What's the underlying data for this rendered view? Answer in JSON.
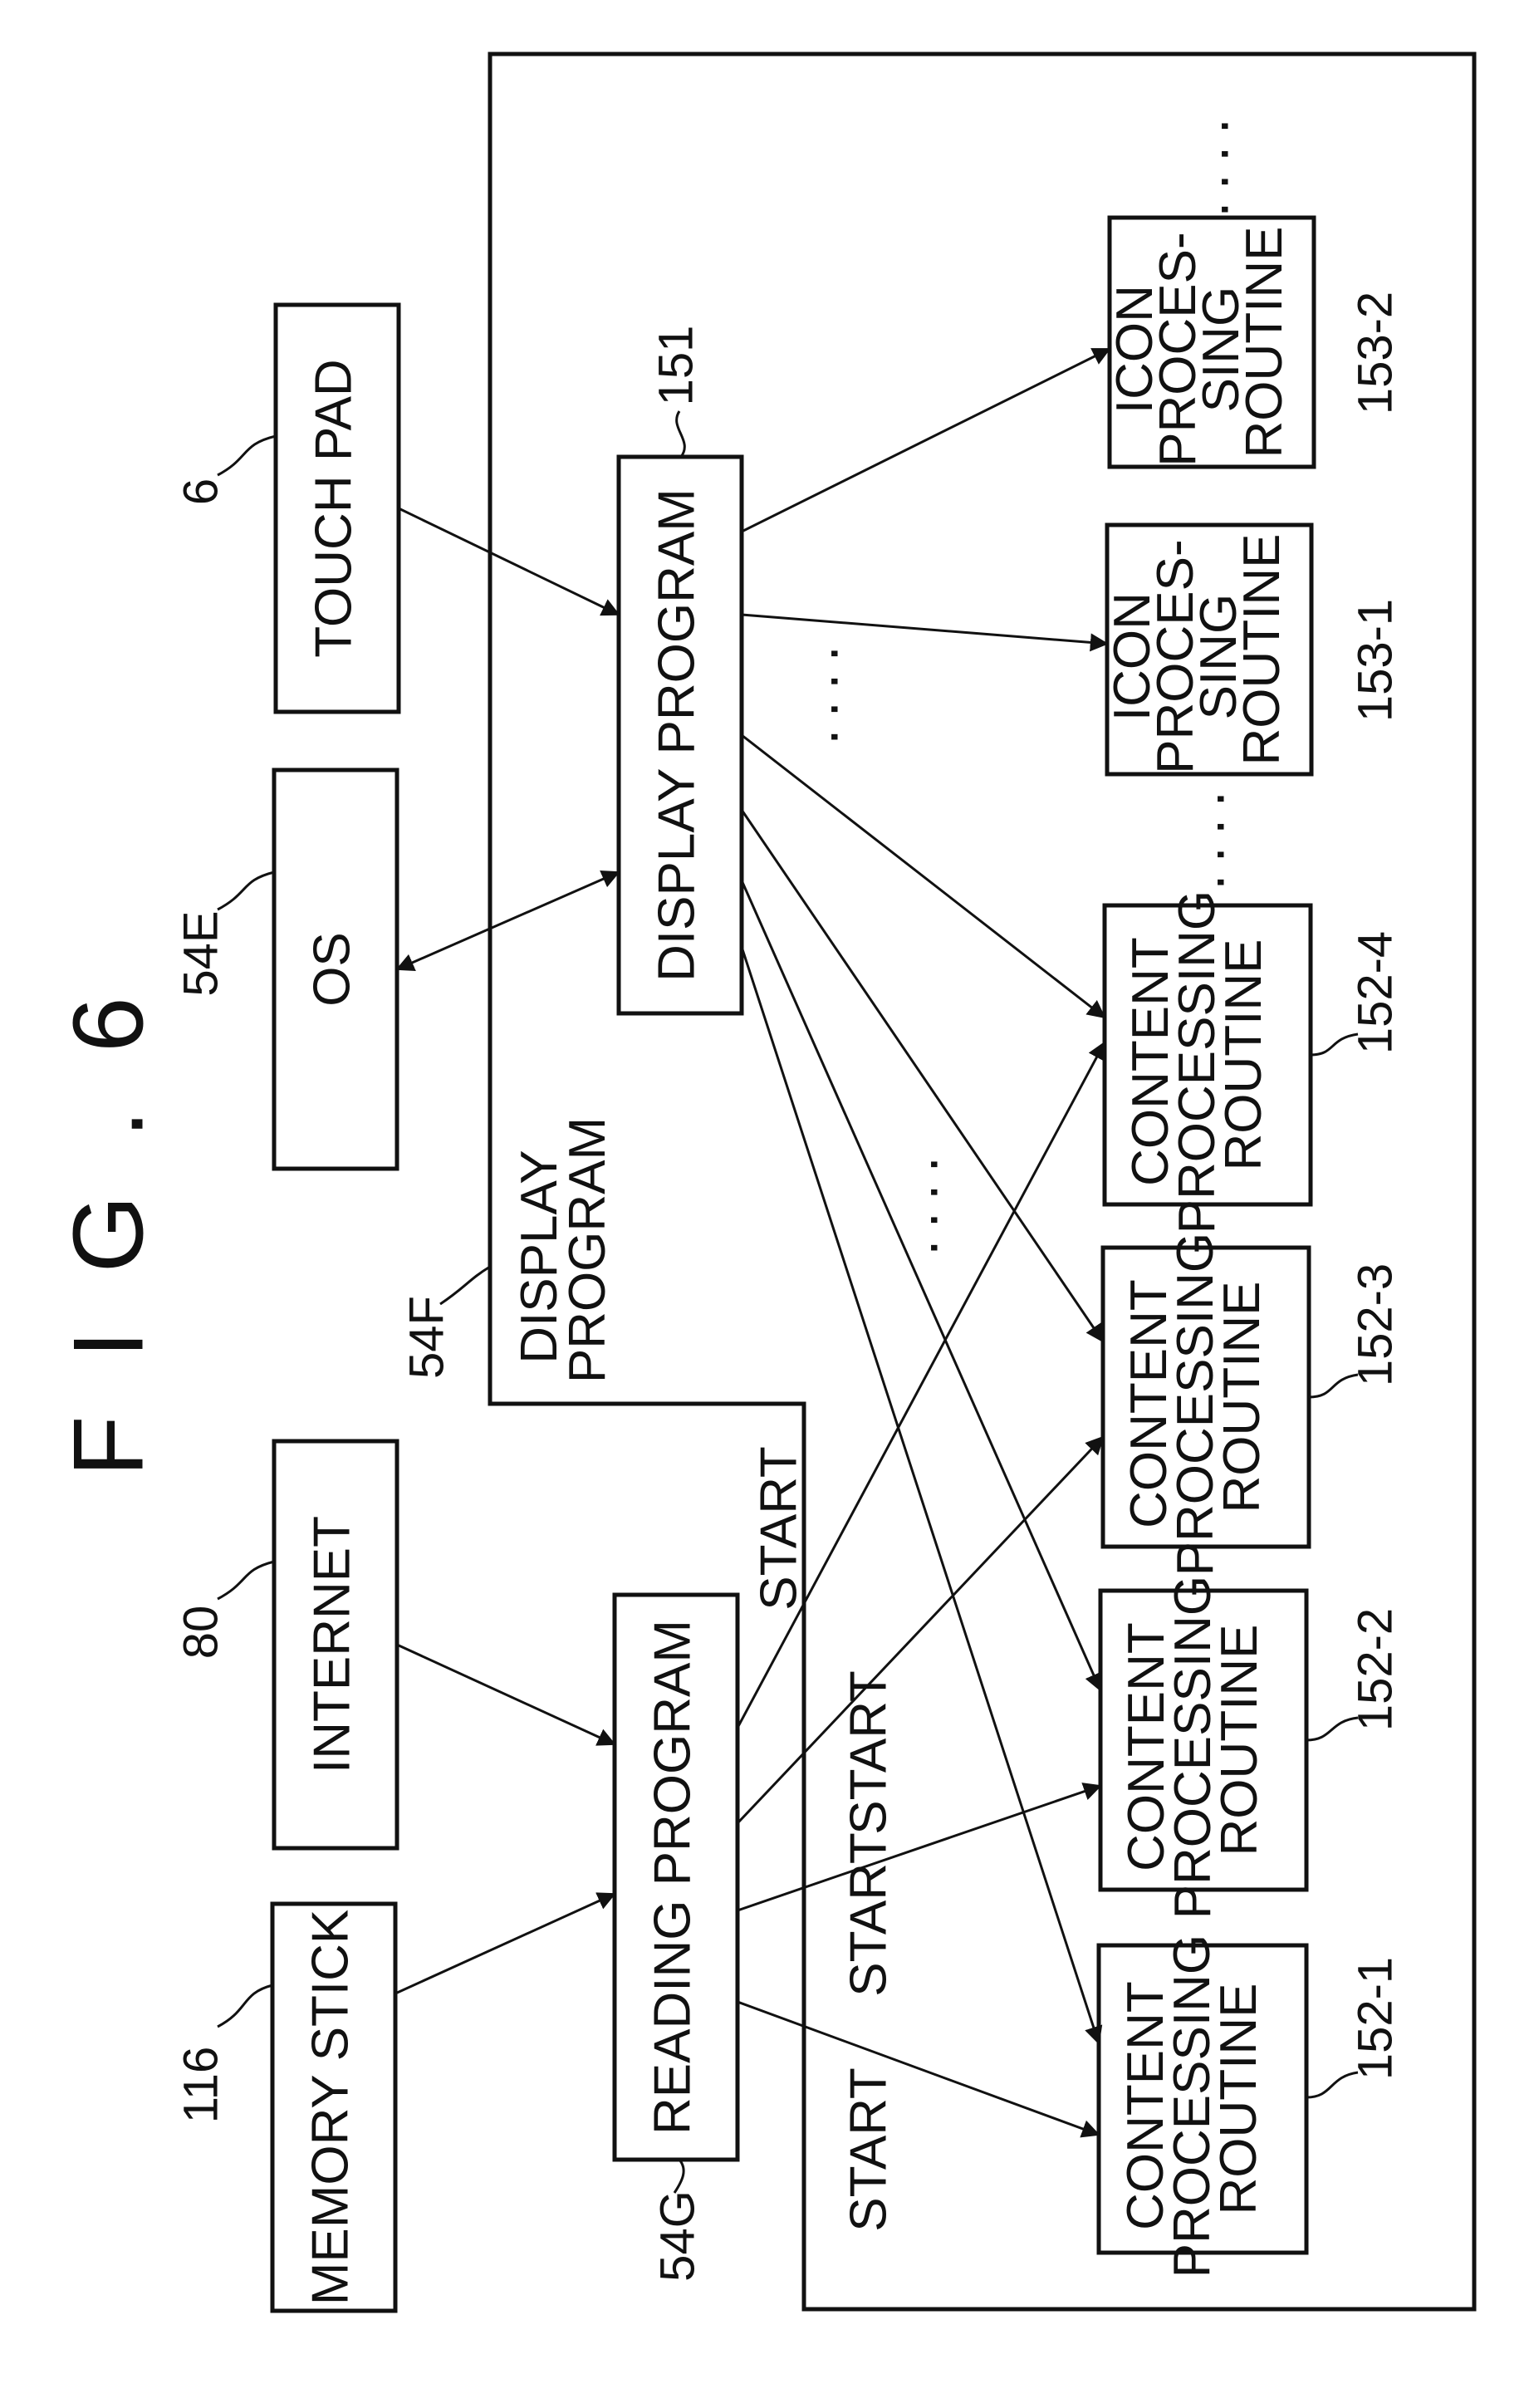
{
  "figure_title": "F I G . 6",
  "boxes": {
    "memory_stick": "MEMORY STICK",
    "internet": "INTERNET",
    "os": "OS",
    "touch_pad": "TOUCH PAD",
    "reading_program": "READING PROGRAM",
    "display_program": "DISPLAY PROGRAM",
    "content_routine": [
      "CONTENT",
      "PROCESSING",
      "ROUTINE"
    ],
    "icon_routine": [
      "ICON",
      "PROCES-",
      "SING",
      "ROUTINE"
    ]
  },
  "refs": {
    "memory_stick": "116",
    "internet": "80",
    "os": "54E",
    "touch_pad": "6",
    "reading_program": "54G",
    "display_program": "151",
    "display_frame": "54F",
    "content_1": "152-1",
    "content_2": "152-2",
    "content_3": "152-3",
    "content_4": "152-4",
    "icon_1": "153-1",
    "icon_2": "153-2"
  },
  "frame_label": [
    "DISPLAY",
    "PROGRAM"
  ],
  "start_label": "START",
  "ellipsis": "...."
}
